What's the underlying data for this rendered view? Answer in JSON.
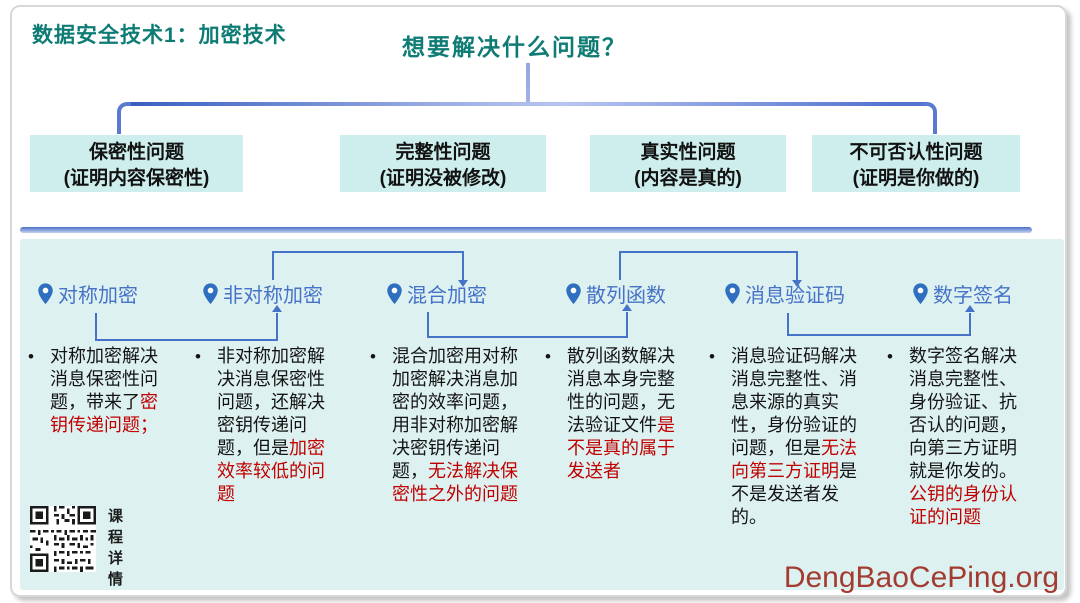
{
  "header": {
    "title": "数据安全技术1：加密技术",
    "question": "想要解决什么问题？"
  },
  "problems": [
    {
      "name": "保密性问题",
      "note": "(证明内容保密性)"
    },
    {
      "name": "完整性问题",
      "note": "(证明没被修改)"
    },
    {
      "name": "真实性问题",
      "note": "(内容是真的)"
    },
    {
      "name": "不可否认性问题",
      "note": "(证明是你做的)"
    }
  ],
  "bullet_char": "•",
  "techniques": [
    {
      "label": "对称加密",
      "icon": "map-pin-icon",
      "description": [
        {
          "text": "对称加密解决消息保密性问题，带来了",
          "highlight": false
        },
        {
          "text": "密钥传递问题；",
          "highlight": true
        }
      ]
    },
    {
      "label": "非对称加密",
      "icon": "map-pin-icon",
      "description": [
        {
          "text": "非对称加密解决消息保密性问题，还解决密钥传递问题，但是",
          "highlight": false
        },
        {
          "text": "加密效率较低的问题",
          "highlight": true
        }
      ]
    },
    {
      "label": "混合加密",
      "icon": "map-pin-icon",
      "description": [
        {
          "text": "混合加密用对称加密解决消息加密的效率问题，用非对称加密解决密钥传递问题，",
          "highlight": false
        },
        {
          "text": "无法解决保密性之外的问题",
          "highlight": true
        }
      ]
    },
    {
      "label": "散列函数",
      "icon": "map-pin-icon",
      "description": [
        {
          "text": "散列函数解决消息本身完整性的问题，无法验证文件",
          "highlight": false
        },
        {
          "text": "是不是真的属于发送者",
          "highlight": true
        }
      ]
    },
    {
      "label": "消息验证码",
      "icon": "map-pin-icon",
      "description": [
        {
          "text": "消息验证码解决消息完整性、消息来源的真实性，身份验证的问题，但是",
          "highlight": false
        },
        {
          "text": "无法向第三方证明",
          "highlight": true
        },
        {
          "text": "是不是发送者发的。",
          "highlight": false
        }
      ]
    },
    {
      "label": "数字签名",
      "icon": "map-pin-icon",
      "description": [
        {
          "text": "数字签名解决消息完整性、身份验证、抗否认的问题，向第三方证明就是你发的。",
          "highlight": false
        },
        {
          "text": "公钥的身份认证的问题",
          "highlight": true
        }
      ]
    }
  ],
  "footer": {
    "qr_label": "课程详情",
    "watermark": "DengBaoCePing.org"
  },
  "colors": {
    "accent_teal": "#0e7c74",
    "problem_box_bg": "#cdeeec",
    "panel_bg": "#def1f1",
    "blue": "#4673c8",
    "highlight_red": "#c00000",
    "watermark_red": "#a33b31"
  }
}
